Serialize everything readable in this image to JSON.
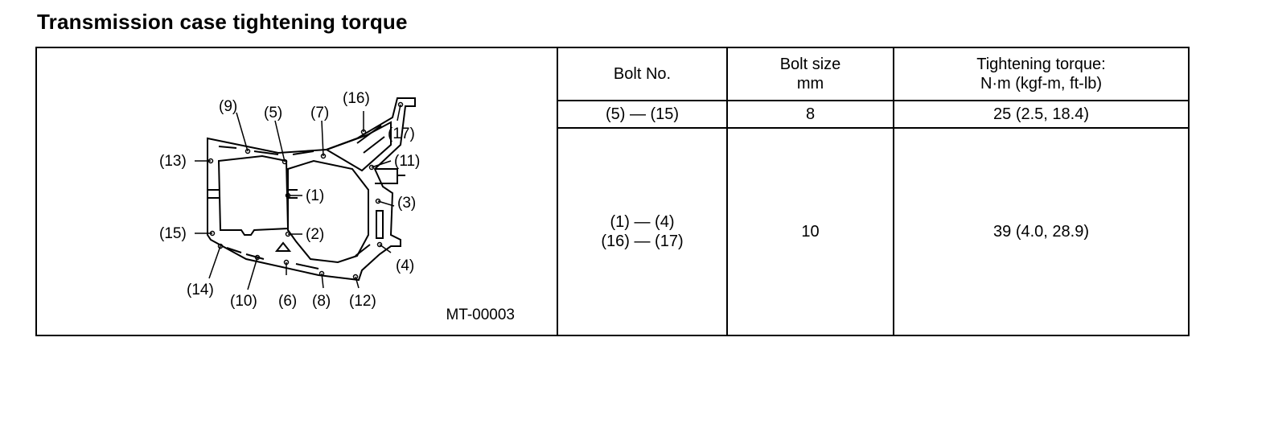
{
  "title": "Transmission case tightening torque",
  "figure": {
    "code": "MT-00003",
    "callouts": [
      "(1)",
      "(2)",
      "(3)",
      "(4)",
      "(5)",
      "(6)",
      "(7)",
      "(8)",
      "(9)",
      "(10)",
      "(11)",
      "(12)",
      "(13)",
      "(14)",
      "(15)",
      "(16)",
      "(17)"
    ]
  },
  "table": {
    "headers": {
      "bolt_no": "Bolt No.",
      "bolt_size_line1": "Bolt size",
      "bolt_size_line2": "mm",
      "torque_line1": "Tightening torque:",
      "torque_line2": "N·m (kgf-m, ft-lb)"
    },
    "rows": [
      {
        "bolt_no": [
          "(5) — (15)"
        ],
        "size": "8",
        "torque": "25 (2.5, 18.4)"
      },
      {
        "bolt_no": [
          "(1) — (4)",
          "(16) — (17)"
        ],
        "size": "10",
        "torque": "39 (4.0, 28.9)"
      }
    ]
  }
}
